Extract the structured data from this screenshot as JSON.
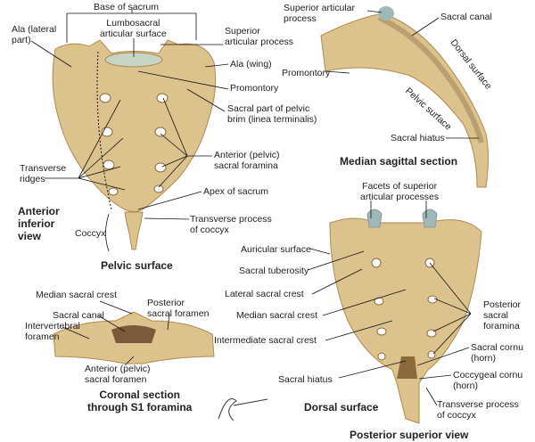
{
  "colors": {
    "bone": "#dcc38e",
    "bone_dark": "#b08a4e",
    "cartilage": "#9fb8b8",
    "leader": "#111111"
  },
  "anterior": {
    "base_of_sacrum": "Base of sacrum",
    "lumbosacral": "Lumbosacral\narticular surface",
    "ala_lateral": "Ala (lateral\npart)",
    "superior_articular": "Superior\narticular process",
    "ala_wing": "Ala (wing)",
    "promontory": "Promontory",
    "pelvic_brim": "Sacral part of pelvic\nbrim (linea terminalis)",
    "anterior_foramina": "Anterior (pelvic)\nsacral foramina",
    "transverse_ridges": "Transverse\nridges",
    "apex": "Apex of sacrum",
    "view_title": "Anterior\ninferior\nview",
    "transverse_process_coccyx": "Transverse process\nof coccyx",
    "coccyx": "Coccyx",
    "surface_title": "Pelvic surface"
  },
  "sagittal": {
    "superior_articular": "Superior articular\nprocess",
    "sacral_canal": "Sacral canal",
    "dorsal_surface": "Dorsal surface",
    "promontory": "Promontory",
    "pelvic_surface": "Pelvic surface",
    "sacral_hiatus": "Sacral hiatus",
    "title": "Median sagittal section"
  },
  "coronal": {
    "median_crest": "Median sacral crest",
    "posterior_foramen": "Posterior\nsacral foramen",
    "sacral_canal": "Sacral canal",
    "intervertebral": "Intervertebral\nforamen",
    "anterior_foramen": "Anterior (pelvic)\nsacral foramen",
    "title": "Coronal section\nthrough S1 foramina"
  },
  "posterior": {
    "facets": "Facets of superior\narticular processes",
    "auricular": "Auricular surface",
    "tuberosity": "Sacral tuberosity",
    "lateral_crest": "Lateral sacral crest",
    "median_crest": "Median sacral crest",
    "intermediate_crest": "Intermediate sacral crest",
    "posterior_foramina": "Posterior\nsacral\nforamina",
    "sacral_cornu": "Sacral cornu\n(horn)",
    "coccygeal_cornu": "Coccygeal cornu\n(horn)",
    "sacral_hiatus": "Sacral hiatus",
    "surface_title": "Dorsal surface",
    "transverse_process_coccyx": "Transverse process\nof coccyx",
    "view_title": "Posterior superior view"
  },
  "signature": "F. Netter M.D."
}
